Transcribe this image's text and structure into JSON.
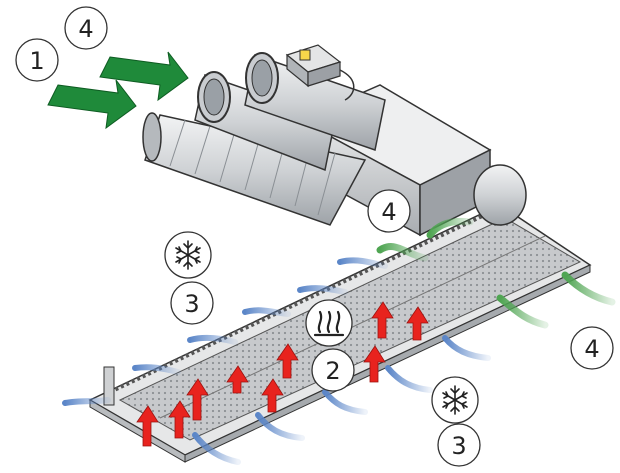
{
  "callouts": {
    "supply_air_1": "1",
    "extract_air_4_top": "4",
    "extract_air_4_middle": "4",
    "extract_air_4_right": "4",
    "cooling_3_left": "3",
    "cooling_3_right": "3",
    "heating_2": "2"
  },
  "icons": {
    "cooling": "snowflake-icon",
    "heating": "heating-waves-icon"
  },
  "colors": {
    "supply_arrow": "#1f8a3a",
    "heating_arrow": "#e8231e",
    "cooling_arrow": "#7fa3d6",
    "extract_arrow": "#8cc48a",
    "duct_fill": "#d8dadc",
    "outline": "#333333"
  }
}
